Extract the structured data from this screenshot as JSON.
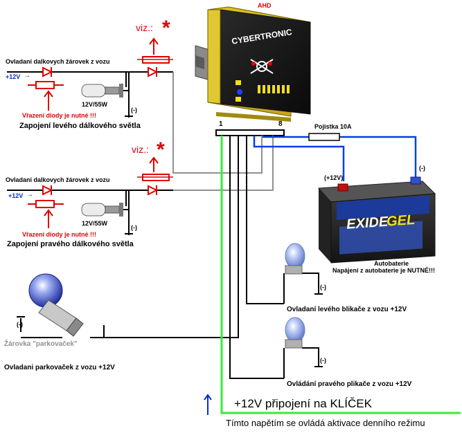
{
  "colors": {
    "wire": "#000000",
    "wire_gray": "#909090",
    "wire_blue": "#0040e0",
    "wire_green": "#33ee33",
    "warning_red": "#e00000",
    "supply_blue": "#0030d0"
  },
  "module": {
    "brand": "CYBERTRONIC",
    "badge": "AHD",
    "pin_first": "1",
    "pin_last": "8"
  },
  "left_light": {
    "wire_label": "Ovladaní dalkovych žárovek z vozu",
    "supply": "+12V",
    "viz_label": "viz.:",
    "bulb_rating": "12V/55W",
    "ground": "(-)",
    "diode_warning": "Vřazení diody je nutné !!!",
    "caption": "Zapojení levého dálkového světla"
  },
  "right_light": {
    "wire_label": "Ovladaní dalkovych žárovek z vozu",
    "supply": "+12V",
    "viz_label": "viz.:",
    "bulb_rating": "12V/55W",
    "ground": "(-)",
    "diode_warning": "Vřazení diody je nutné !!!",
    "caption": "Zapojení pravého dálkového světla"
  },
  "fuse_label": "Pojistka 10A",
  "battery": {
    "plus": "(+12V)",
    "minus": "(-)",
    "brand": "EXIDE",
    "brand_suffix": "GEL",
    "caption": "Autobaterie",
    "note": "Napájení z autobaterie je NUTNÉ!!!"
  },
  "blinker_left": {
    "ground": "(-)",
    "label": "Ovladaní levého blikače z vozu +12V"
  },
  "blinker_right": {
    "ground": "(-)",
    "label": "Ovládání pravého plikače z vozu +12V"
  },
  "parking": {
    "ground": "(-)",
    "bulb_label": "Žárovka \"parkovaček\"",
    "control_label": "Ovladani parkovaček z vozu +12V"
  },
  "ignition": {
    "label": "+12V připojení na KLÍČEK",
    "note": "Tímto napětím se ovládá aktivace denního režimu"
  }
}
